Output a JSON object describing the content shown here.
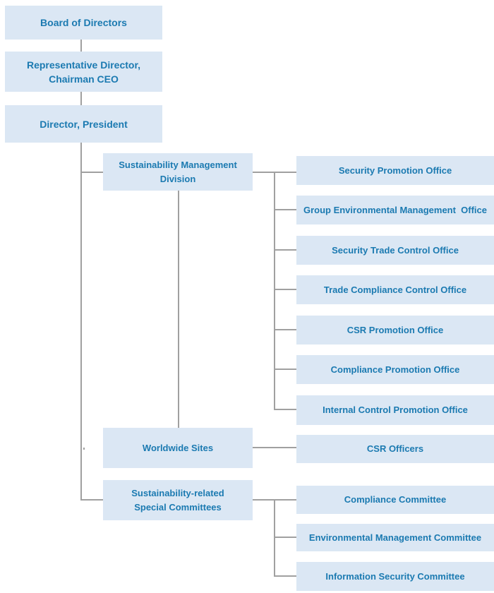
{
  "chart_title": "",
  "palette": {
    "node_fill": "#dbe7f4",
    "node_text": "#1b7ab1",
    "connector": "#a0a0a0",
    "background": "#ffffff"
  },
  "nodes": {
    "board": {
      "label": "Board of Directors"
    },
    "chairman": {
      "label": "Representative Director,\nChairman CEO"
    },
    "president": {
      "label": "Director, President"
    },
    "division": {
      "label": "Sustainability Management\nDivision"
    },
    "worldwide": {
      "label": "Worldwide Sites"
    },
    "special_committees": {
      "label": "Sustainability-related\nSpecial Committees"
    },
    "csr_officers": {
      "label": "CSR Officers"
    },
    "offices": [
      {
        "label": "Security Promotion Office"
      },
      {
        "label": "Group Environmental Management  Office"
      },
      {
        "label": "Security Trade Control Office"
      },
      {
        "label": "Trade Compliance Control Office"
      },
      {
        "label": "CSR Promotion Office"
      },
      {
        "label": "Compliance Promotion Office"
      },
      {
        "label": "Internal Control Promotion Office"
      }
    ],
    "committees": [
      {
        "label": "Compliance Committee"
      },
      {
        "label": "Environmental Management Committee"
      },
      {
        "label": "Information Security Committee"
      }
    ]
  }
}
